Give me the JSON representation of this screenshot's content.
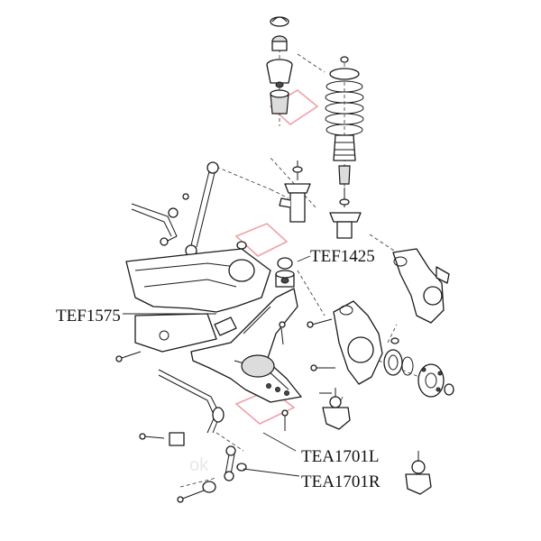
{
  "callouts": {
    "top_mount": "TEF1425",
    "rear_bushing": "TEF1575",
    "ball_joint_left": "TEA1701L",
    "ball_joint_right": "TEA1701R"
  },
  "colors": {
    "line": "#1a1a1a",
    "shade": "#dcdcdc",
    "watermark": "#f0a0a8"
  }
}
